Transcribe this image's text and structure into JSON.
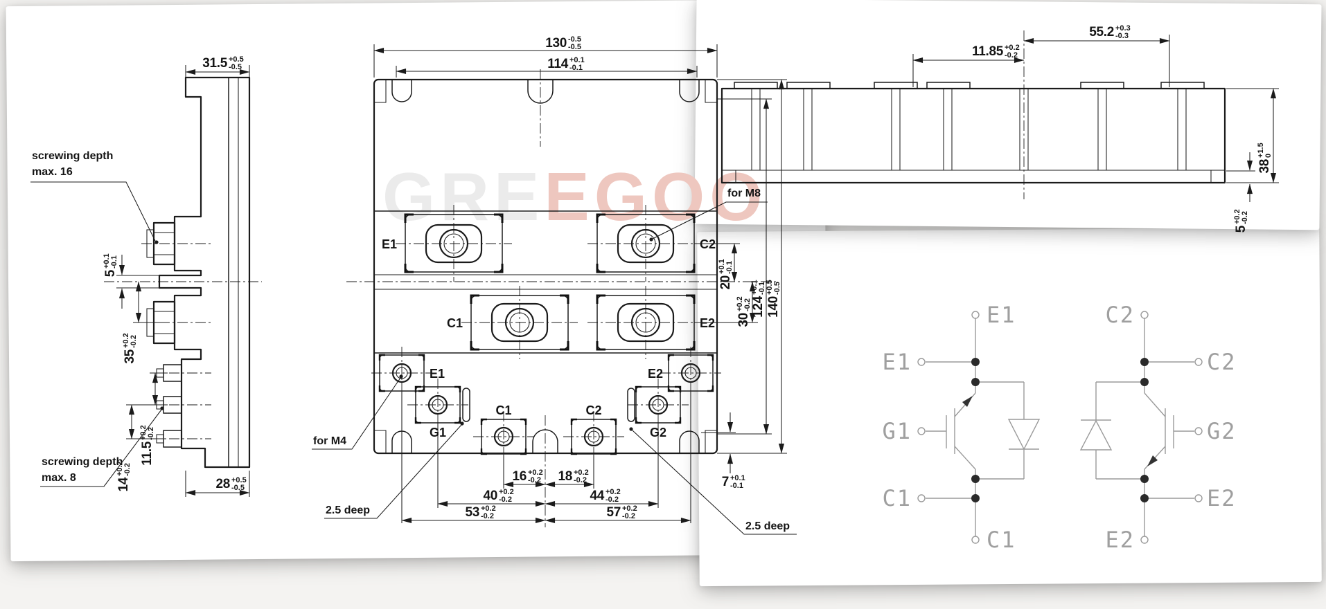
{
  "watermark": {
    "gray": "GRE",
    "red": "EGOO"
  },
  "side_view": {
    "note_screw16_line1": "screwing depth",
    "note_screw16_line2": "max. 16",
    "note_screw8_line1": "screwing depth",
    "note_screw8_line2": "max. 8",
    "dim_315": {
      "v": "31.5",
      "sup": "+0.5",
      "sub": "-0.5"
    },
    "dim_5": {
      "v": "5",
      "sup": "+0.1",
      "sub": "-0.1"
    },
    "dim_35": {
      "v": "35",
      "sup": "+0.2",
      "sub": "-0.2"
    },
    "dim_115": {
      "v": "11.5",
      "sup": "+0.2",
      "sub": "-0.2"
    },
    "dim_14": {
      "v": "14",
      "sup": "+0.2",
      "sub": "-0.2"
    },
    "dim_28": {
      "v": "28",
      "sup": "+0.5",
      "sub": "-0.5"
    }
  },
  "top_view": {
    "dim_130": {
      "v": "130",
      "sup": "-0.5",
      "sub": "-0.5"
    },
    "dim_114": {
      "v": "114",
      "sup": "+0.1",
      "sub": "-0.1"
    },
    "dim_20": {
      "v": "20",
      "sup": "+0.1",
      "sub": "-0.1"
    },
    "dim_30": {
      "v": "30",
      "sup": "+0.2",
      "sub": "-0.2"
    },
    "dim_124": {
      "v": "124",
      "sup": "+0.1",
      "sub": "-0.1"
    },
    "dim_140": {
      "v": "140",
      "sup": "+0.5",
      "sub": "-0.5"
    },
    "dim_16": {
      "v": "16",
      "sup": "+0.2",
      "sub": "-0.2"
    },
    "dim_18": {
      "v": "18",
      "sup": "+0.2",
      "sub": "-0.2"
    },
    "dim_40": {
      "v": "40",
      "sup": "+0.2",
      "sub": "-0.2"
    },
    "dim_44": {
      "v": "44",
      "sup": "+0.2",
      "sub": "-0.2"
    },
    "dim_53": {
      "v": "53",
      "sup": "+0.2",
      "sub": "-0.2"
    },
    "dim_57": {
      "v": "57",
      "sup": "+0.2",
      "sub": "-0.2"
    },
    "dim_7": {
      "v": "7",
      "sup": "+0.1",
      "sub": "-0.1"
    },
    "label_e1": "E1",
    "label_c2": "C2",
    "label_c1": "C1",
    "label_e2": "E2",
    "label_e1s": "E1",
    "label_g1": "G1",
    "label_c1s": "C1",
    "label_c2s": "C2",
    "label_g2": "G2",
    "label_e2s": "E2",
    "note_for_m8": "for M8",
    "note_for_m4": "for M4",
    "note_deep_left": "2.5 deep",
    "note_deep_right": "2.5 deep"
  },
  "front_view": {
    "dim_552": {
      "v": "55.2",
      "sup": "+0.3",
      "sub": "-0.3"
    },
    "dim_1185": {
      "v": "11.85",
      "sup": "+0.2",
      "sub": "-0.2"
    },
    "dim_38": {
      "v": "38",
      "sup": "+1.5",
      "sub": "0"
    },
    "dim_5": {
      "v": "5",
      "sup": "+0.2",
      "sub": "-0.2"
    }
  },
  "circuit": {
    "e1_top": "E1",
    "e1_left": "E1",
    "g1": "G1",
    "c1_left": "C1",
    "c1_bottom": "C1",
    "c2_top": "C2",
    "c2_right": "C2",
    "g2": "G2",
    "e2_right": "E2",
    "e2_bottom": "E2"
  }
}
